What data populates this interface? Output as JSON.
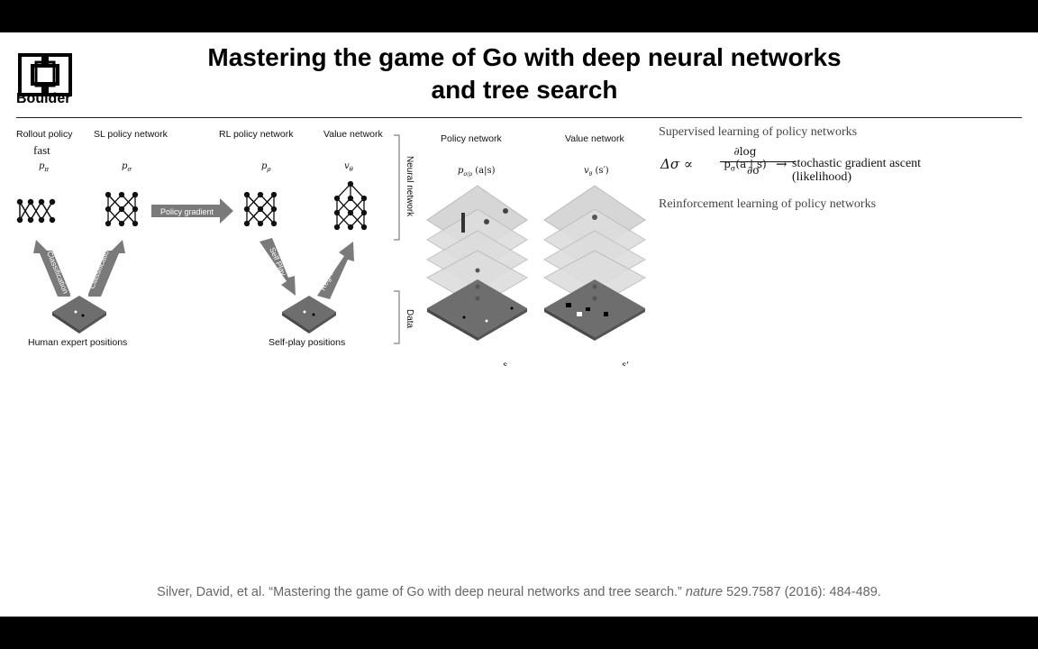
{
  "header": {
    "logo_text": "Boulder",
    "title_line1": "Mastering the game of Go with deep neural networks",
    "title_line2": "and tree search"
  },
  "figure": {
    "columns": {
      "rollout_policy": "Rollout policy",
      "sl_policy_network": "SL policy network",
      "rl_policy_network": "RL policy network",
      "value_network": "Value network",
      "policy_network": "Policy network",
      "value_network_right": "Value network"
    },
    "annotation_fast": "fast",
    "symbols": {
      "p_pi": "p",
      "p_pi_sub": "π",
      "p_sigma": "p",
      "p_sigma_sub": "σ",
      "p_rho": "p",
      "p_rho_sub": "ρ",
      "v_theta": "v",
      "v_theta_sub": "θ",
      "p_sigma_rho": "p",
      "p_sigma_rho_sub": "σ/ρ",
      "p_sigma_rho_arg": "(a|s)",
      "v_theta_right": "v",
      "v_theta_right_sub": "θ",
      "v_theta_right_arg": "(s′)"
    },
    "arrow_labels": {
      "policy_gradient": "Policy gradient",
      "classification_left": "Classification",
      "classification_right": "Classification",
      "self_play": "Self Play",
      "regression": "Regression"
    },
    "bottom_labels": {
      "human_expert": "Human expert positions",
      "self_play_positions": "Self-play positions"
    },
    "side_labels": {
      "neural_network": "Neural network",
      "data": "Data"
    },
    "board_labels": {
      "s": "s",
      "s_prime": "s′"
    }
  },
  "notes": {
    "supervised_heading": "Supervised learning of policy networks",
    "equation": {
      "lhs": "Δσ ∝",
      "numerator": "∂log p",
      "numerator_sub": "σ",
      "numerator_arg": "(a | s)",
      "denominator": "∂σ",
      "arrow": "→",
      "rhs_line1": "stochastic gradient ascent",
      "rhs_line2": "(likelihood)"
    },
    "reinforcement_heading": "Reinforcement learning of policy networks"
  },
  "citation": {
    "text": "Silver, David, et al. “Mastering the game of Go with deep neural networks and tree search.”",
    "journal": "nature",
    "details": "529.7587 (2016): 484-489."
  },
  "colors": {
    "title": "#000000",
    "notes_text": "#444444",
    "citation_text": "#666666",
    "arrow_fill": "#7a7a7a",
    "board_fill": "#6e6e6e",
    "layer_fill": "#d6d6d6"
  }
}
